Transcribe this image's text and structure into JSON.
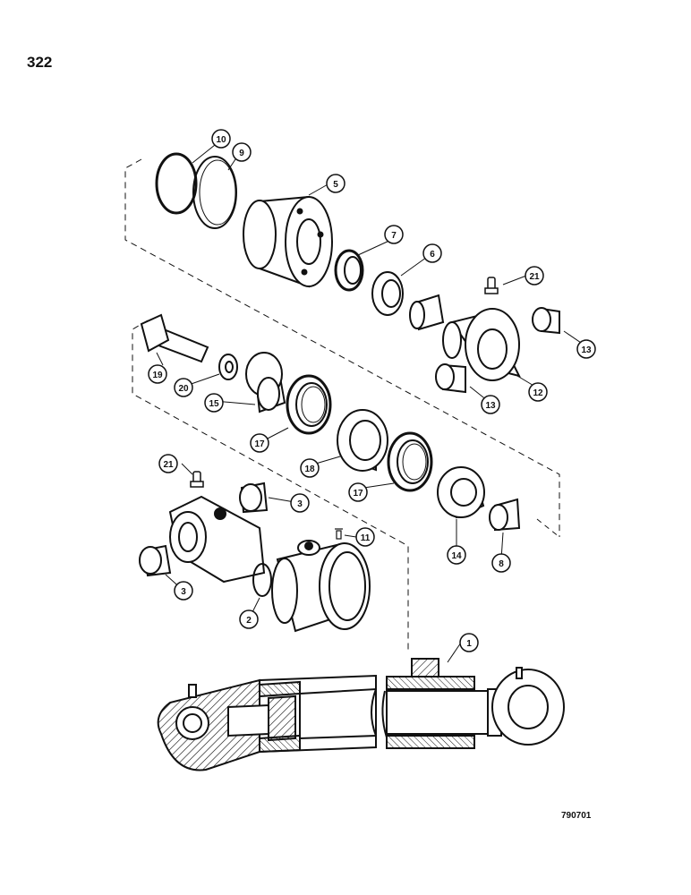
{
  "page_number": "322",
  "drawing_code": "790701",
  "callouts": [
    {
      "id": "c10",
      "label": "10"
    },
    {
      "id": "c9",
      "label": "9"
    },
    {
      "id": "c5",
      "label": "5"
    },
    {
      "id": "c7",
      "label": "7"
    },
    {
      "id": "c6",
      "label": "6"
    },
    {
      "id": "c21a",
      "label": "21"
    },
    {
      "id": "c13a",
      "label": "13"
    },
    {
      "id": "c13b",
      "label": "13"
    },
    {
      "id": "c12",
      "label": "12"
    },
    {
      "id": "c19",
      "label": "19"
    },
    {
      "id": "c20",
      "label": "20"
    },
    {
      "id": "c15",
      "label": "15"
    },
    {
      "id": "c17a",
      "label": "17"
    },
    {
      "id": "c18",
      "label": "18"
    },
    {
      "id": "c17b",
      "label": "17"
    },
    {
      "id": "c14",
      "label": "14"
    },
    {
      "id": "c8",
      "label": "8"
    },
    {
      "id": "c21b",
      "label": "21"
    },
    {
      "id": "c3a",
      "label": "3"
    },
    {
      "id": "c11",
      "label": "11"
    },
    {
      "id": "c3b",
      "label": "3"
    },
    {
      "id": "c2",
      "label": "2"
    },
    {
      "id": "c1",
      "label": "1"
    }
  ]
}
